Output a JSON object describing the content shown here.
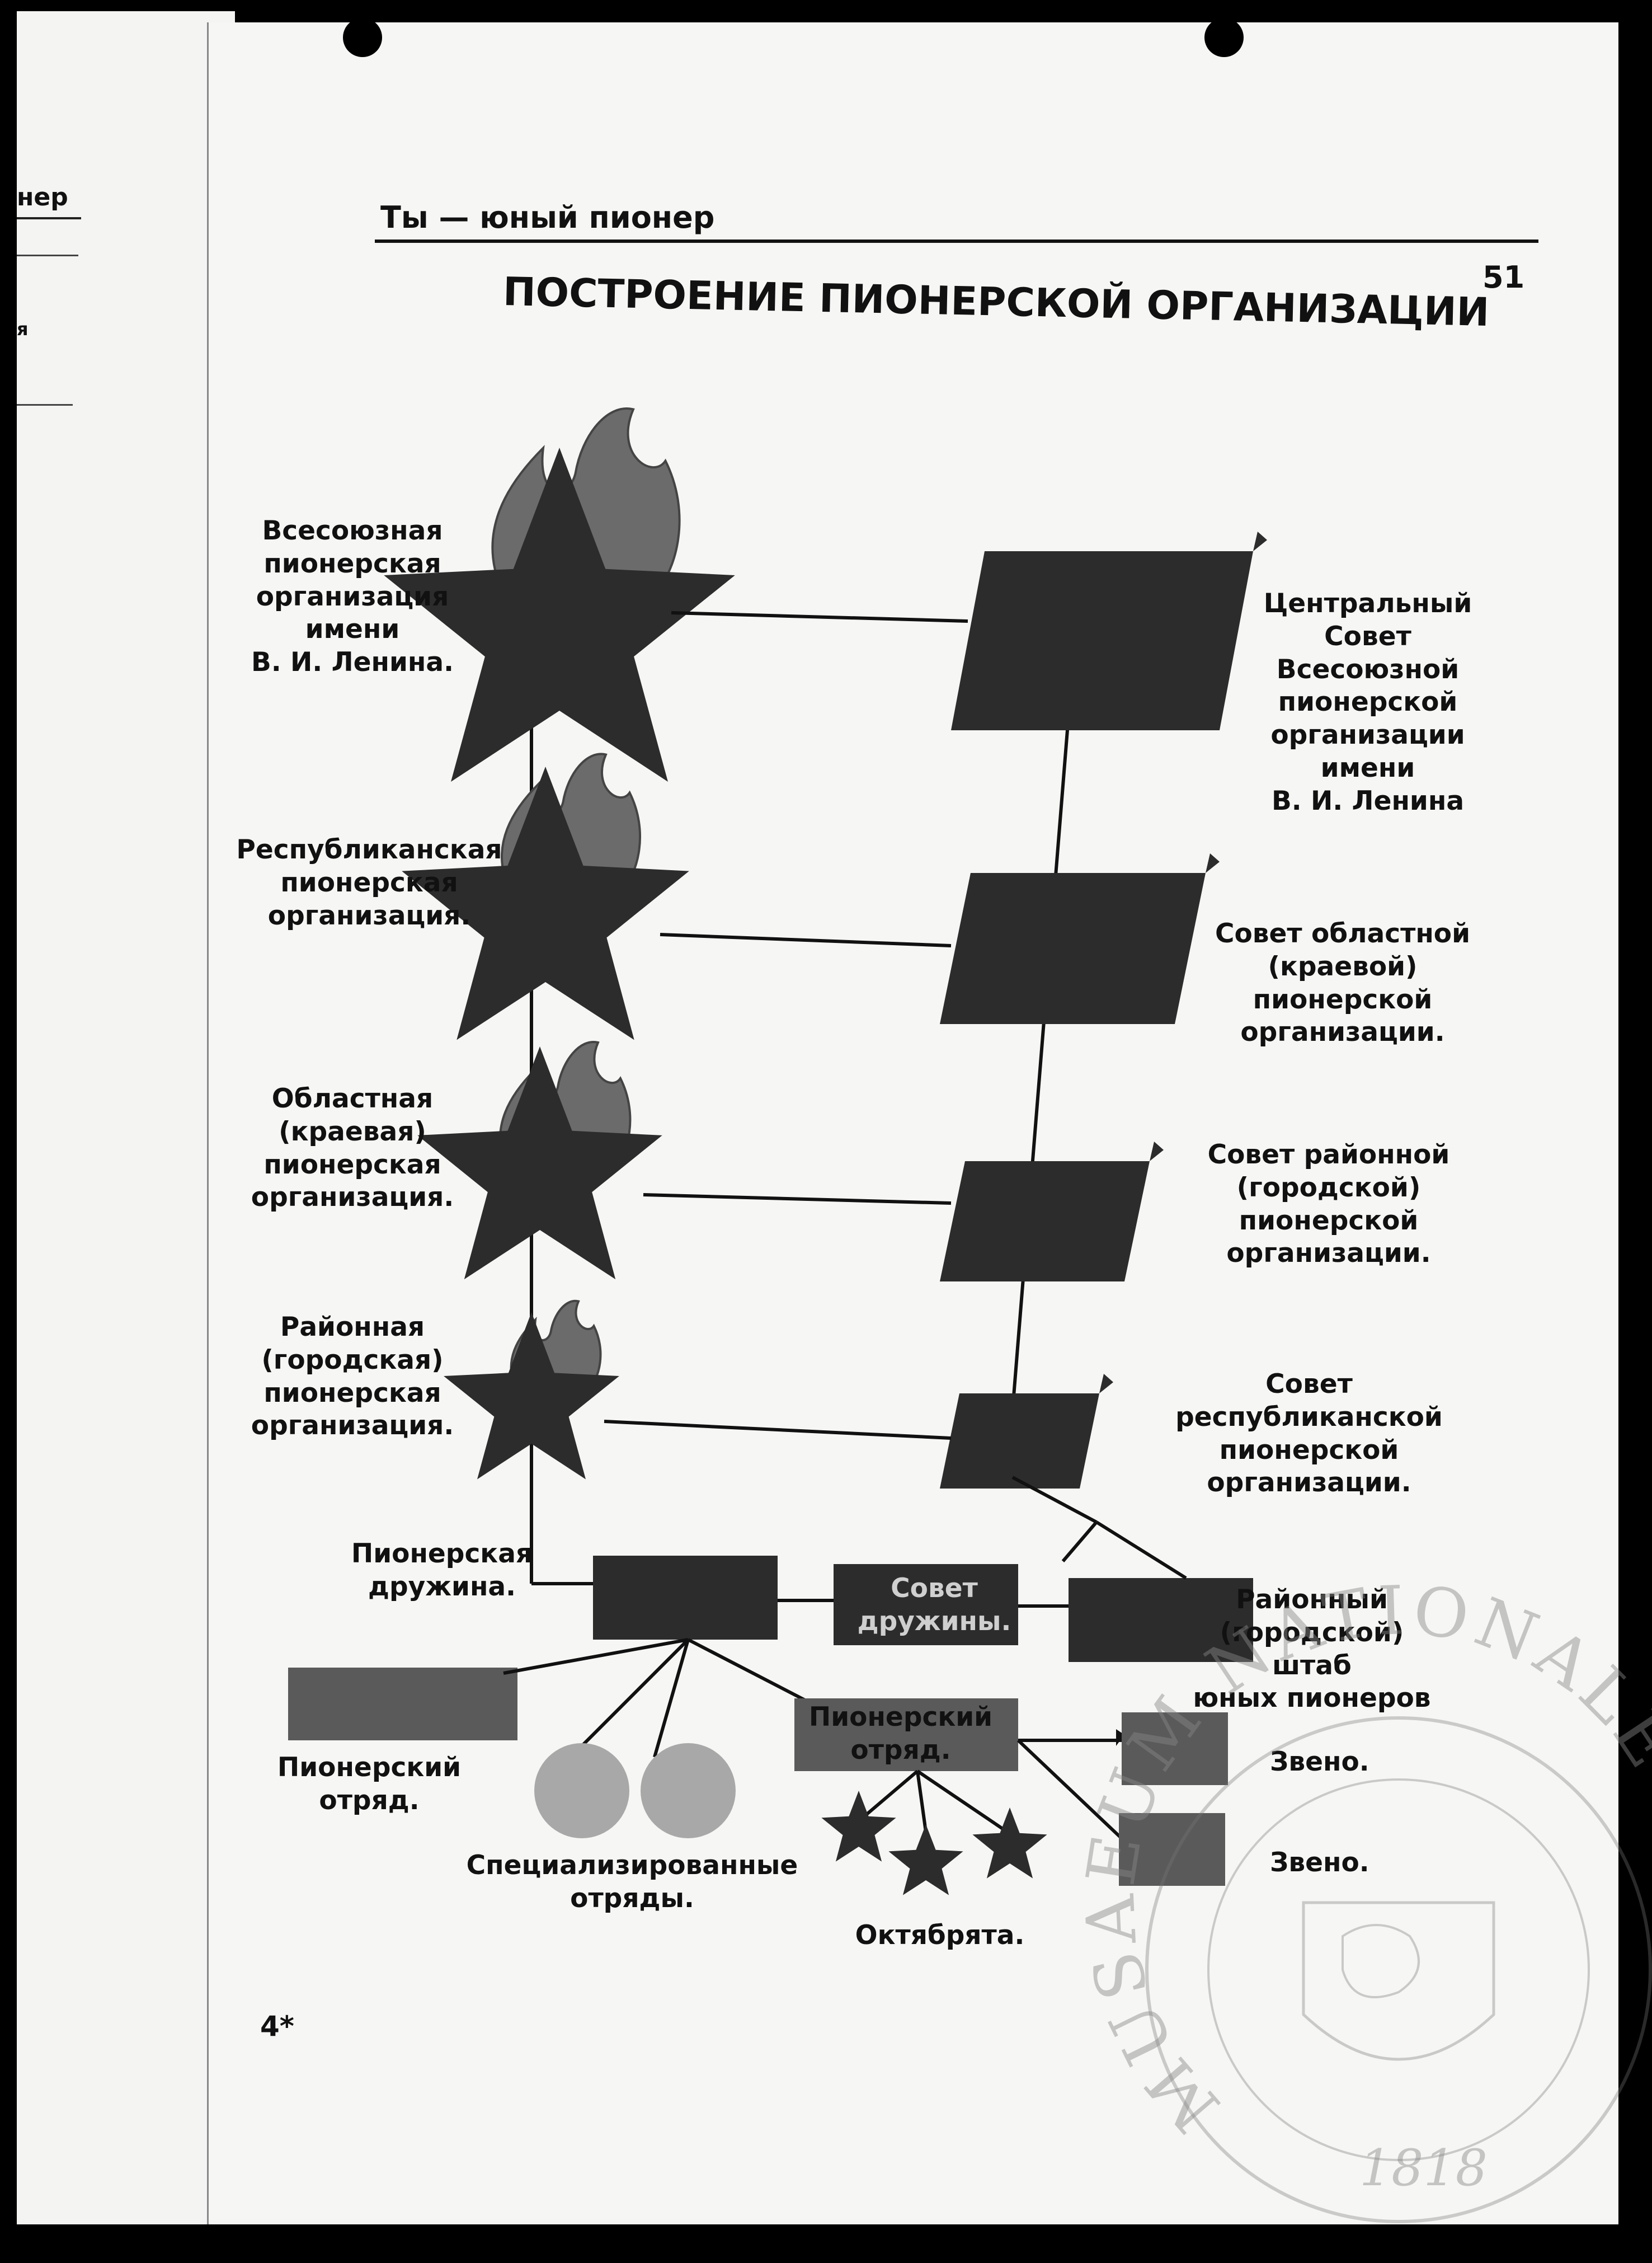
{
  "side_page": {
    "line1": "нер",
    "line2": "я"
  },
  "header": {
    "running_title": "Ты — юный пионер",
    "page_number": "51"
  },
  "title": "ПОСТРОЕНИЕ ПИОНЕРСКОЙ ОРГАНИЗАЦИИ",
  "left_column": [
    {
      "label": "Всесоюзная\nпионерская\nорганизация\nимени\nВ. И. Ленина."
    },
    {
      "label": "Республиканская\nпионерская\nорганизация."
    },
    {
      "label": "Областная\n(краевая)\nпионерская\nорганизация."
    },
    {
      "label": "Районная\n(городская)\nпионерская\nорганизация."
    }
  ],
  "right_column": [
    {
      "label": "Центральный\nСовет\nВсесоюзной\nпионерской\nорганизации\nимени\nВ. И. Ленина"
    },
    {
      "label": "Совет областной\n(краевой)\nпионерской\nорганизации."
    },
    {
      "label": "Совет районной\n(городской)\nпионерской\nорганизации."
    },
    {
      "label": "Совет\nреспубликанской\nпионерской\nорганизации."
    }
  ],
  "bottom": {
    "druzhina": "Пионерская\nдружина.",
    "sovet_druzhiny": "Совет\nдружины.",
    "shtab": "Районный\n(городской)\nштаб\nюных пионеров",
    "otryad_left": "Пионерский\nотряд.",
    "otryad_center": "Пионерский\nотряд.",
    "specialized": "Специализированные\nотряды.",
    "oktyabryata": "Октябрята.",
    "zveno1": "Звено.",
    "zveno2": "Звено."
  },
  "footer": {
    "signature_mark": "4*"
  },
  "stamp": {
    "text": "MUSAEUM NATIONALE",
    "year": "1818"
  },
  "colors": {
    "dark": "#2c2c2c",
    "flame": "#6b6b6b",
    "grey_rect": "#5a5a5a",
    "circle": "#a8a8a8",
    "paper": "#f6f6f4"
  }
}
